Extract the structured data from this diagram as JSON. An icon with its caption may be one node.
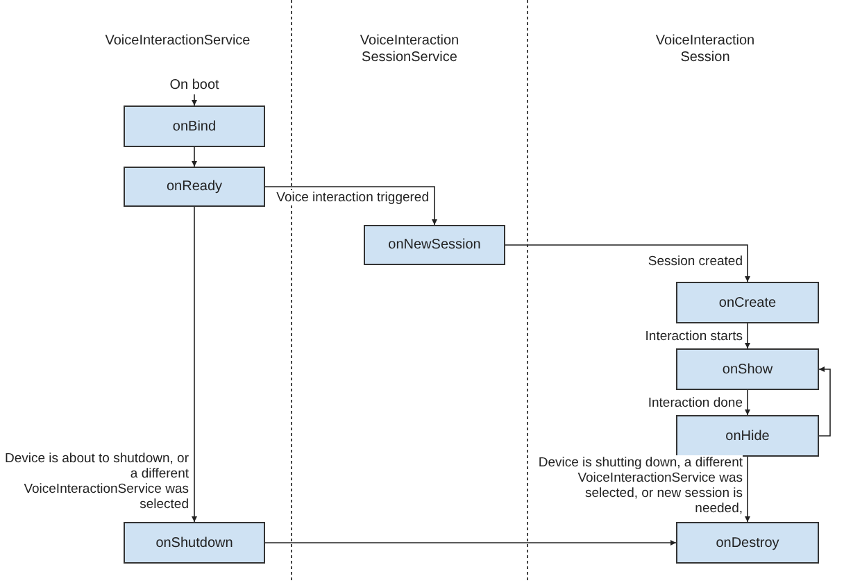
{
  "diagram": {
    "nodes": [
      {
        "text": [
          "On boot"
        ]
      },
      {
        "text": [
          "onBind"
        ]
      },
      {
        "text": [
          "onReady"
        ]
      },
      {
        "text": [
          "onNewSession"
        ]
      },
      {
        "text": [
          "onCreate"
        ]
      },
      {
        "text": [
          "onShow"
        ]
      },
      {
        "text": [
          "onHide"
        ]
      },
      {
        "text": [
          "onShutdown"
        ]
      },
      {
        "text": [
          "onDestroy"
        ]
      }
    ],
    "edges": [
      {
        "from": 0,
        "to": 1,
        "arrow": "to"
      },
      {
        "from": 1,
        "to": 2,
        "arrow": "to"
      },
      {
        "from": 2,
        "to": 3,
        "arrow": "to",
        "label": "Voice interaction triggered"
      },
      {
        "from": 3,
        "to": 4,
        "arrow": "to",
        "label": "Session created"
      },
      {
        "from": 4,
        "to": 5,
        "arrow": "to",
        "label": "Interaction starts"
      },
      {
        "from": 5,
        "to": 6,
        "arrow": "to",
        "label": "Interaction done"
      },
      {
        "from": 6,
        "to": 5,
        "arrow": "to"
      },
      {
        "from": 6,
        "to": 8,
        "arrow": "to",
        "label": "Device is shutting down, a different VoiceInteractionService was selected, or new session is needed,"
      },
      {
        "from": 2,
        "to": 7,
        "arrow": "to",
        "label": "Device is about to shutdown, or a different VoiceInteractionService was selected"
      },
      {
        "from": 7,
        "to": 8,
        "arrow": "to"
      }
    ],
    "labels": [
      "VoiceInteractionService",
      "VoiceInteraction SessionService",
      "VoiceInteraction Session"
    ]
  }
}
